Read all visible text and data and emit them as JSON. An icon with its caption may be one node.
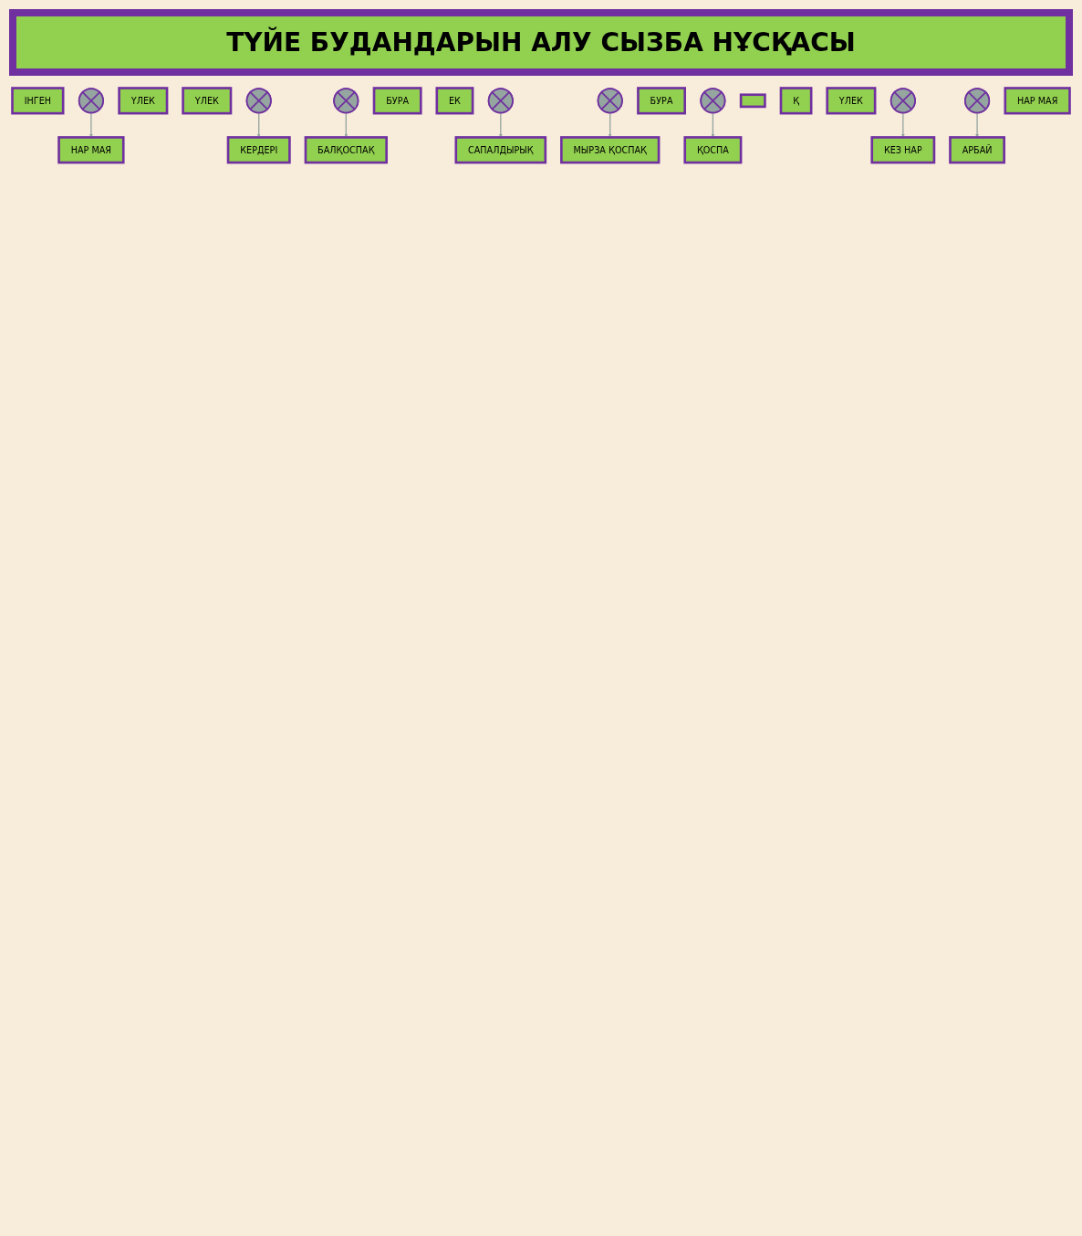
{
  "diagram": {
    "title": "ТҮЙЕ БУДАНДАРЫН АЛУ СЫЗБА НҰСҚАСЫ",
    "nodes": [
      {
        "text": [
          "ІНГЕН"
        ]
      },
      {
        "text": [],
        "shape": "cross"
      },
      {
        "text": [
          "ҮЛЕК"
        ]
      },
      {
        "text": [
          "ҮЛЕК"
        ]
      },
      {
        "text": [],
        "shape": "cross"
      },
      {
        "text": [
          "НАР МАЯ"
        ]
      },
      {
        "text": [],
        "shape": "cross"
      },
      {
        "text": [
          "БУРА"
        ]
      },
      {
        "text": [
          "ЕК"
        ]
      },
      {
        "text": [],
        "shape": "cross"
      },
      {
        "text": [
          "КЕРДЕРІ"
        ]
      },
      {
        "text": [
          "БАЛҚОСПАҚ"
        ]
      },
      {
        "text": [],
        "shape": "cross"
      },
      {
        "text": [
          "БУРА"
        ]
      },
      {
        "text": [
          "САПАЛДЫРЫҚ"
        ]
      },
      {
        "text": [
          "МЫРЗА ҚОСПАҚ"
        ]
      },
      {
        "text": [],
        "shape": "cross"
      },
      {
        "text": [],
        "shape": "box"
      },
      {
        "text": [
          "Қ"
        ]
      },
      {
        "text": [
          "ҮЛЕК"
        ]
      },
      {
        "text": [],
        "shape": "cross"
      },
      {
        "text": [
          "ҚОСПА"
        ]
      },
      {
        "text": [],
        "shape": "cross"
      },
      {
        "text": [
          "НАР МАЯ"
        ]
      },
      {
        "text": [
          "КЕЗ НАР"
        ]
      },
      {
        "text": [
          "АРБАЙ"
        ]
      }
    ],
    "edges": [
      {
        "from": 1,
        "to": 5,
        "arrow": "to"
      },
      {
        "from": 4,
        "to": 10,
        "arrow": "to"
      },
      {
        "from": 6,
        "to": 11,
        "arrow": "to"
      },
      {
        "from": 9,
        "to": 14,
        "arrow": "to"
      },
      {
        "from": 12,
        "to": 15,
        "arrow": "to"
      },
      {
        "from": 16,
        "to": 21,
        "arrow": "to"
      },
      {
        "from": 20,
        "to": 24,
        "arrow": "to"
      },
      {
        "from": 22,
        "to": 25,
        "arrow": "to"
      }
    ]
  }
}
